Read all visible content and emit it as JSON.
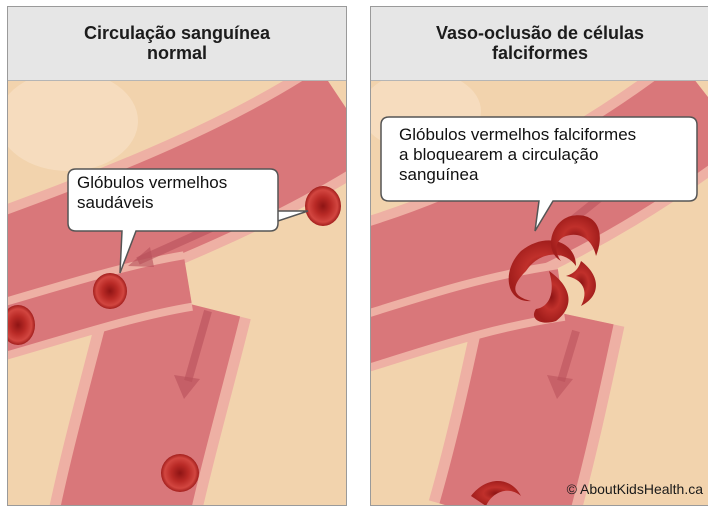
{
  "panels": [
    {
      "title": "Circulação sanguínea\nnormal",
      "callout": "Glóbulos vermelhos\nsaudáveis"
    },
    {
      "title": "Vaso-oclusão de células\nfalciformes",
      "callout": "Glóbulos vermelhos falciformes\na bloquearem a circulação\nsanguínea"
    }
  ],
  "credit": "© AboutKidsHealth.ca",
  "colors": {
    "tissue": "#f2d3ad",
    "vessel": "#d9777a",
    "vessel_wall": "#eeb0a4",
    "cell": "#c8322f",
    "header_bg": "#e6e6e6"
  }
}
